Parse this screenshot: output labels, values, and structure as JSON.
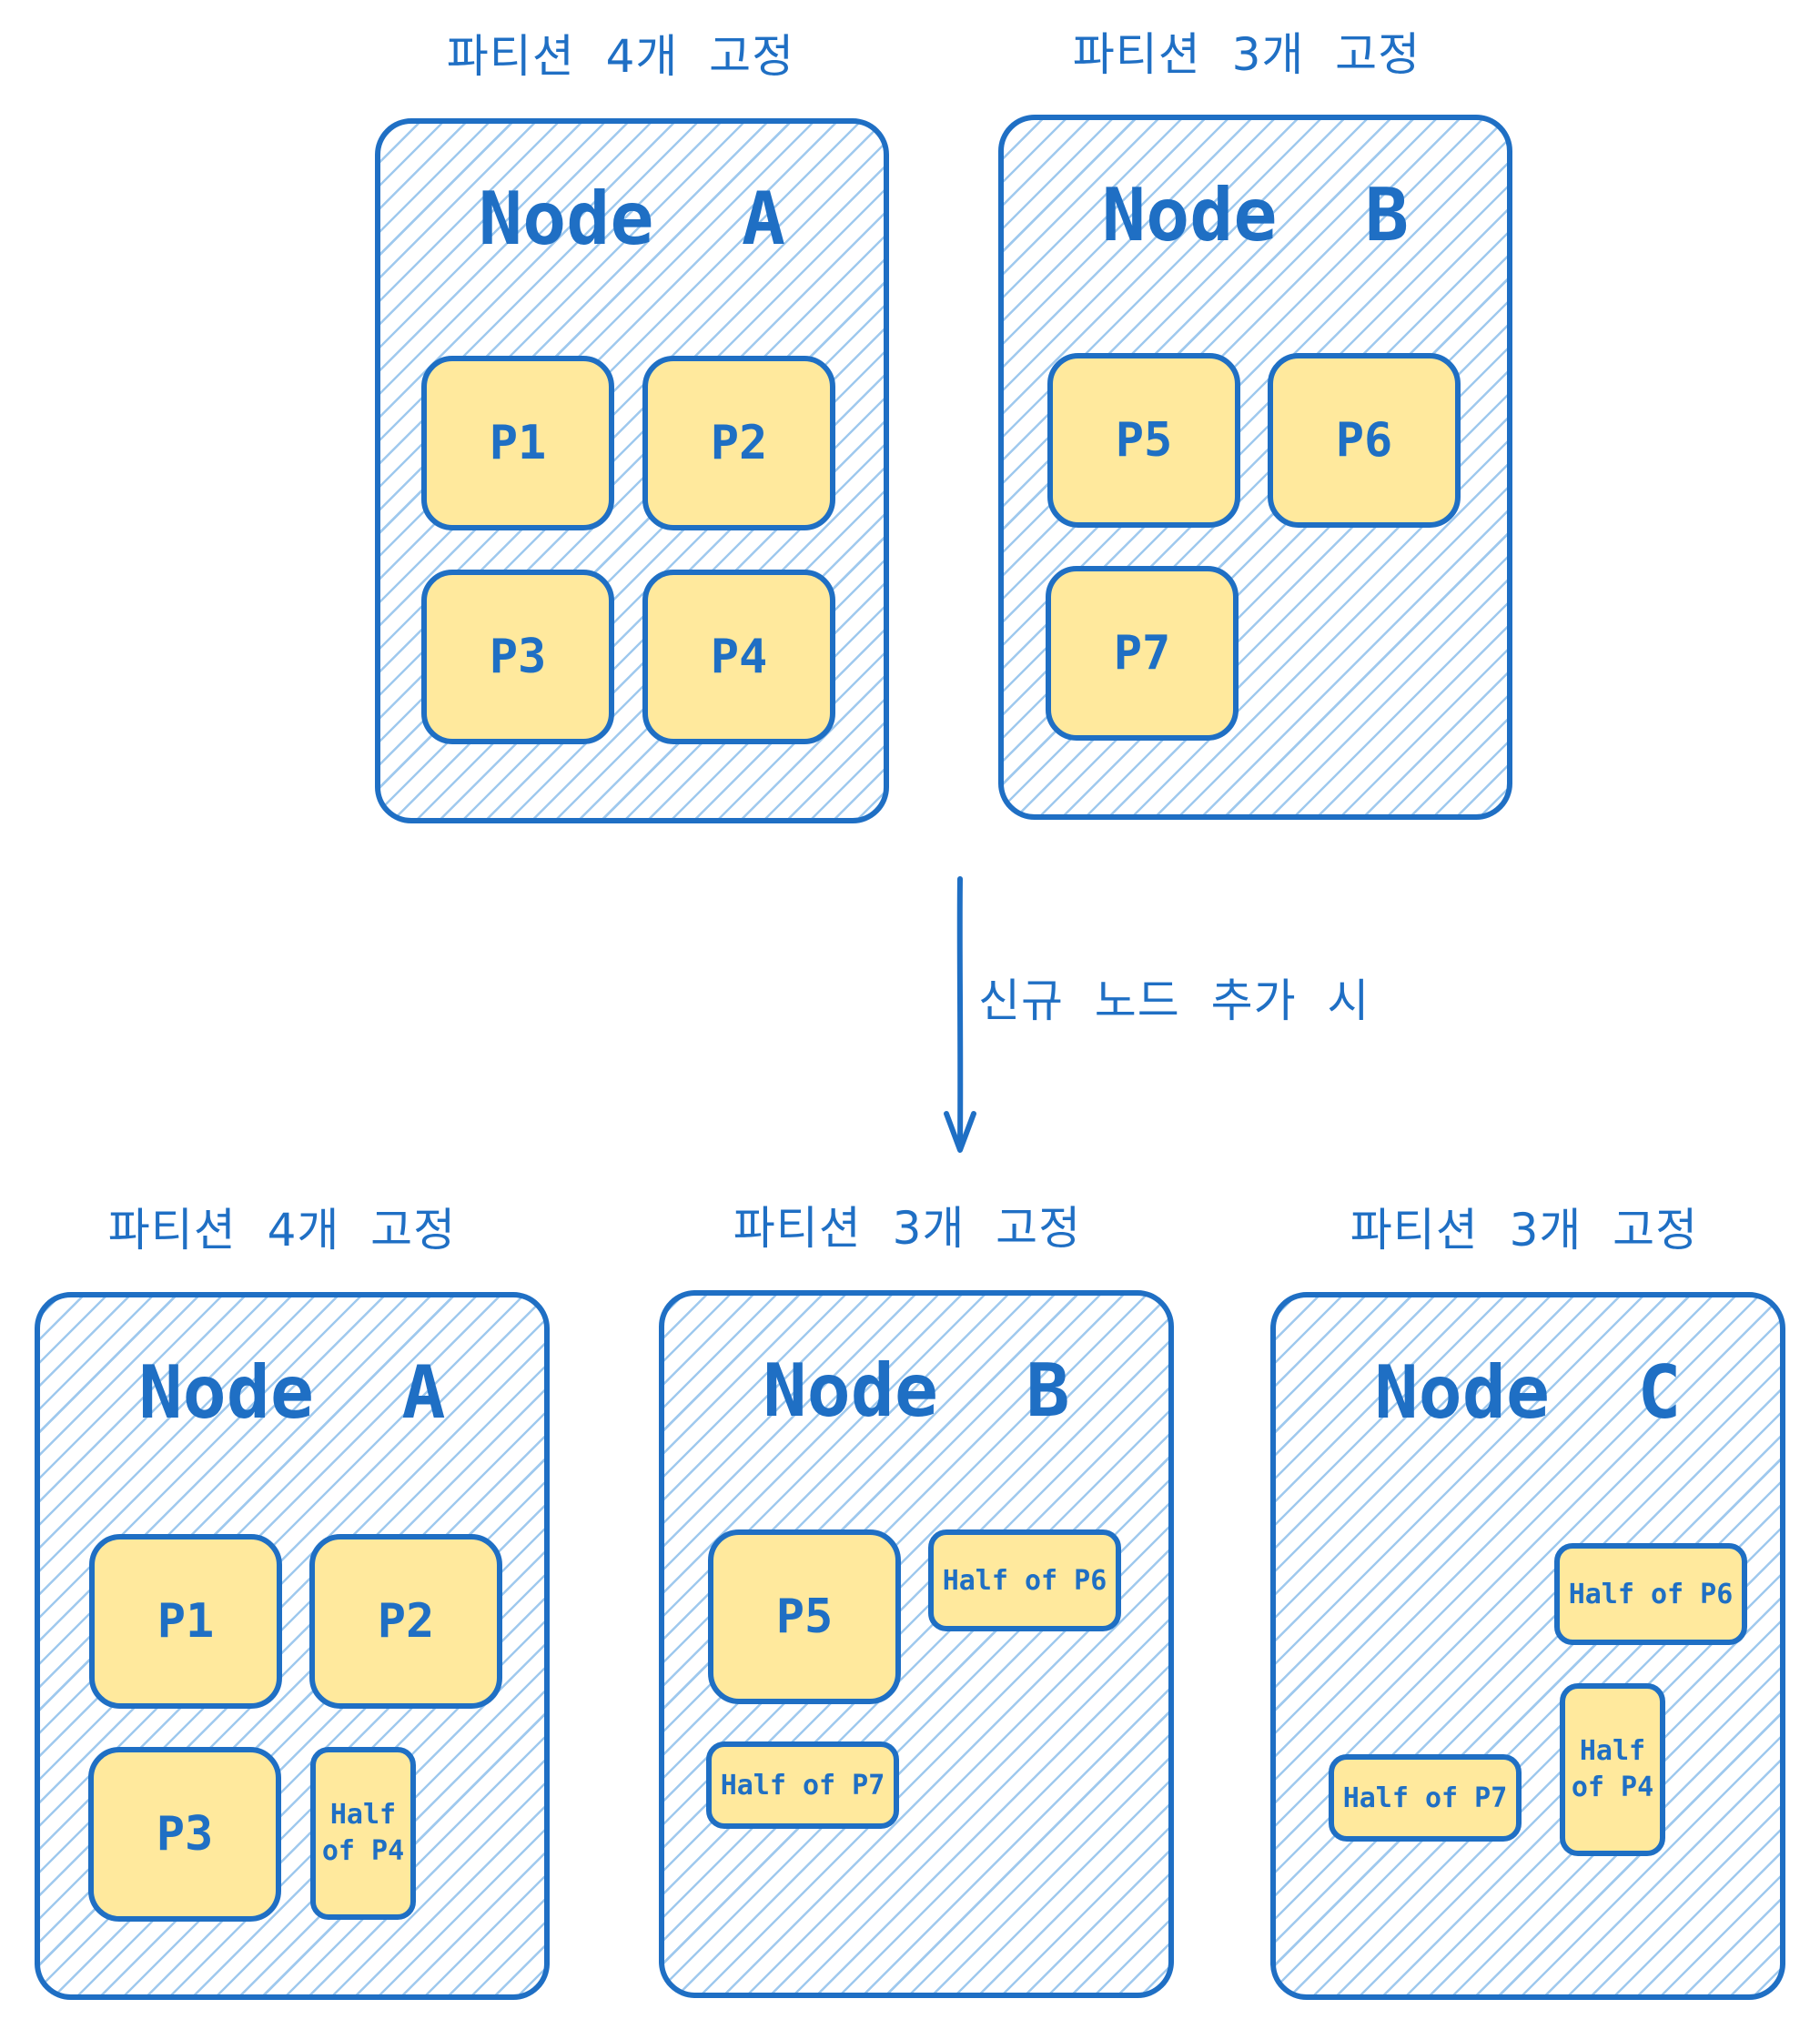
{
  "top": {
    "node_a": {
      "caption": "파티션  4개  고정",
      "title": "Node  A",
      "partitions": [
        "P1",
        "P2",
        "P3",
        "P4"
      ]
    },
    "node_b": {
      "caption": "파티션  3개  고정",
      "title": "Node  B",
      "partitions": [
        "P5",
        "P6",
        "P7"
      ]
    }
  },
  "transition": {
    "label": "신규  노드  추가  시"
  },
  "bottom": {
    "node_a": {
      "caption": "파티션  4개  고정",
      "title": "Node  A",
      "partitions": [
        "P1",
        "P2",
        "P3",
        "Half\nof P4"
      ]
    },
    "node_b": {
      "caption": "파티션  3개  고정",
      "title": "Node  B",
      "partitions": [
        "P5",
        "Half of P6",
        "Half of P7"
      ]
    },
    "node_c": {
      "caption": "파티션  3개  고정",
      "title": "Node  C",
      "partitions": [
        "Half of P6",
        "Half\nof P4",
        "Half of P7"
      ]
    }
  },
  "colors": {
    "stroke": "#1f6fc4",
    "hatch": "#9fc9ee",
    "partition_fill": "#ffe99d"
  }
}
